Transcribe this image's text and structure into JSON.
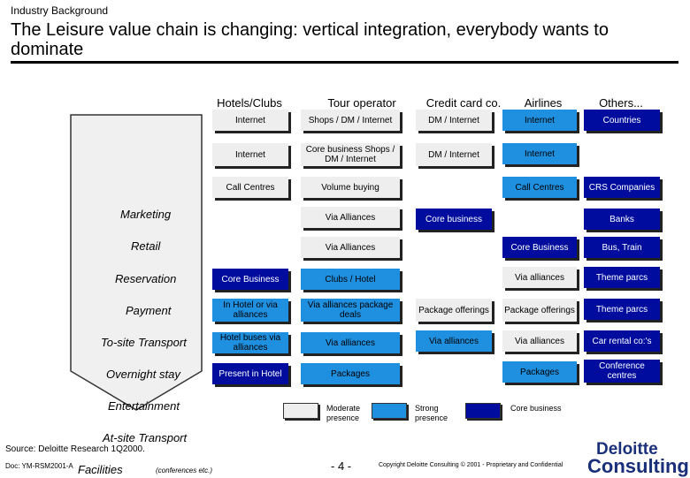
{
  "header": {
    "kicker": "Industry Background",
    "title": "The Leisure value chain is changing: vertical integration, everybody wants to dominate"
  },
  "columns": [
    "Hotels/Clubs",
    "Tour operator",
    "Credit card co.",
    "Airlines",
    "Others..."
  ],
  "rows": [
    "Marketing",
    "Retail",
    "Reservation",
    "Payment",
    "To-site Transport",
    "Overnight stay",
    "Entertainment",
    "At-site Transport",
    "Facilities"
  ],
  "cells": {
    "c1": "Internet",
    "c2": "Shops / DM / Internet",
    "c3": "DM / Internet",
    "c4": "Internet",
    "c5": "Countries",
    "c6": "Internet",
    "c7": "Core business Shops / DM / Internet",
    "c8": "DM / Internet",
    "c9": "Internet",
    "c10": "Call Centres",
    "c11": "Volume buying",
    "c12": "Call Centres",
    "c13": "CRS Companies",
    "c14": "Via Alliances",
    "c15": "Core business",
    "c16": "Banks",
    "c17": "Via Alliances",
    "c18": "Core Business",
    "c19": "Bus, Train",
    "c20": "Core Business",
    "c21": "Clubs / Hotel",
    "c22": "Via alliances",
    "c23": "Theme parcs",
    "c24": "In Hotel or via alliances",
    "c25": "Via alliances package deals",
    "c26": "Package offerings",
    "c27": "Package offerings",
    "c28": "Theme parcs",
    "c29": "Hotel buses via alliances",
    "c30": "Via alliances",
    "c31": "Via alliances",
    "c32": "Via alliances",
    "c33": "Car rental co:'s",
    "c34": "Present in Hotel",
    "c35": "Packages",
    "c36": "Packages",
    "c37": "Conference centres"
  },
  "legend": {
    "moderate": "Moderate presence",
    "strong": "Strong presence",
    "core": "Core business"
  },
  "footer": {
    "source": "Source: Deloitte Research 1Q2000.",
    "doc": "Doc: YM-RSM2001-A",
    "facilities_note": "(conferences etc.)",
    "page": "- 4 -",
    "copyright": "Copyright Deloitte Consulting © 2001 - Proprietary and Confidential",
    "logo_line1": "Deloitte",
    "logo_line2": "Consulting"
  },
  "colors": {
    "light": "#eeeeee",
    "medium": "#1f8fe0",
    "dark": "#000c9e"
  }
}
